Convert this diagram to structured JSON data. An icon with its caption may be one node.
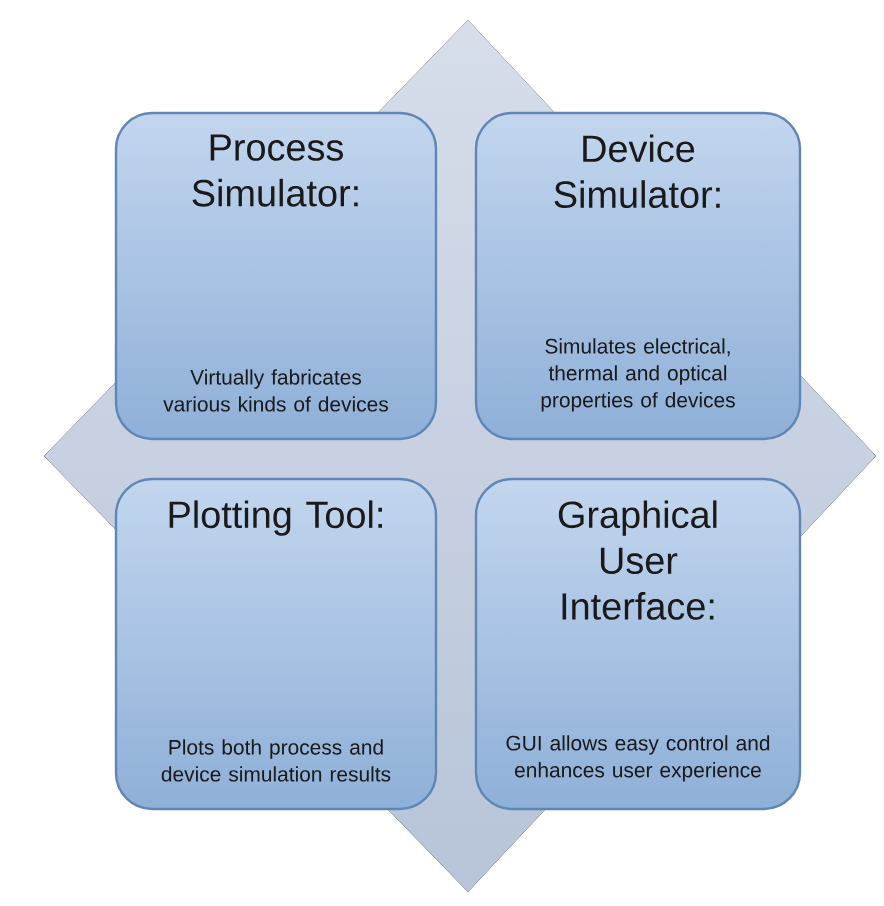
{
  "diagram": {
    "nodes": [
      {
        "text": [
          "Process Simulator:",
          "Virtually fabricates various kinds of devices"
        ]
      },
      {
        "text": [
          "Device Simulator:",
          "Simulates electrical, thermal and optical properties of devices"
        ]
      },
      {
        "text": [
          "Plotting Tool:",
          "Plots both process and device simulation results"
        ]
      },
      {
        "text": [
          "Graphical User Interface:",
          "GUI allows easy control and enhances user experience"
        ]
      }
    ]
  }
}
